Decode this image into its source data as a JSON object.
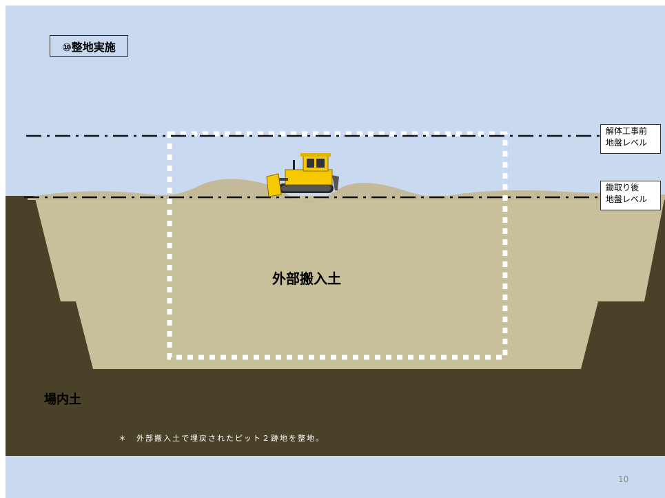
{
  "slide": {
    "title": "⑩整地実施",
    "level_before_label": "解体工事前\n地盤レベル",
    "level_after_label": "鋤取り後\n地盤レベル",
    "fill_soil_label": "外部搬入土",
    "site_soil_label": "場内土",
    "note": "＊　外部搬入土で埋戻されたピット２跡地を整地。",
    "page_number": "10"
  },
  "colors": {
    "sky": "#c9daf0",
    "site_soil": "#4a4228",
    "fill_soil": "#c8c09b",
    "mound": "#c4b998",
    "dashed_outline": "#ffffff",
    "bulldozer": "#f5c800"
  }
}
